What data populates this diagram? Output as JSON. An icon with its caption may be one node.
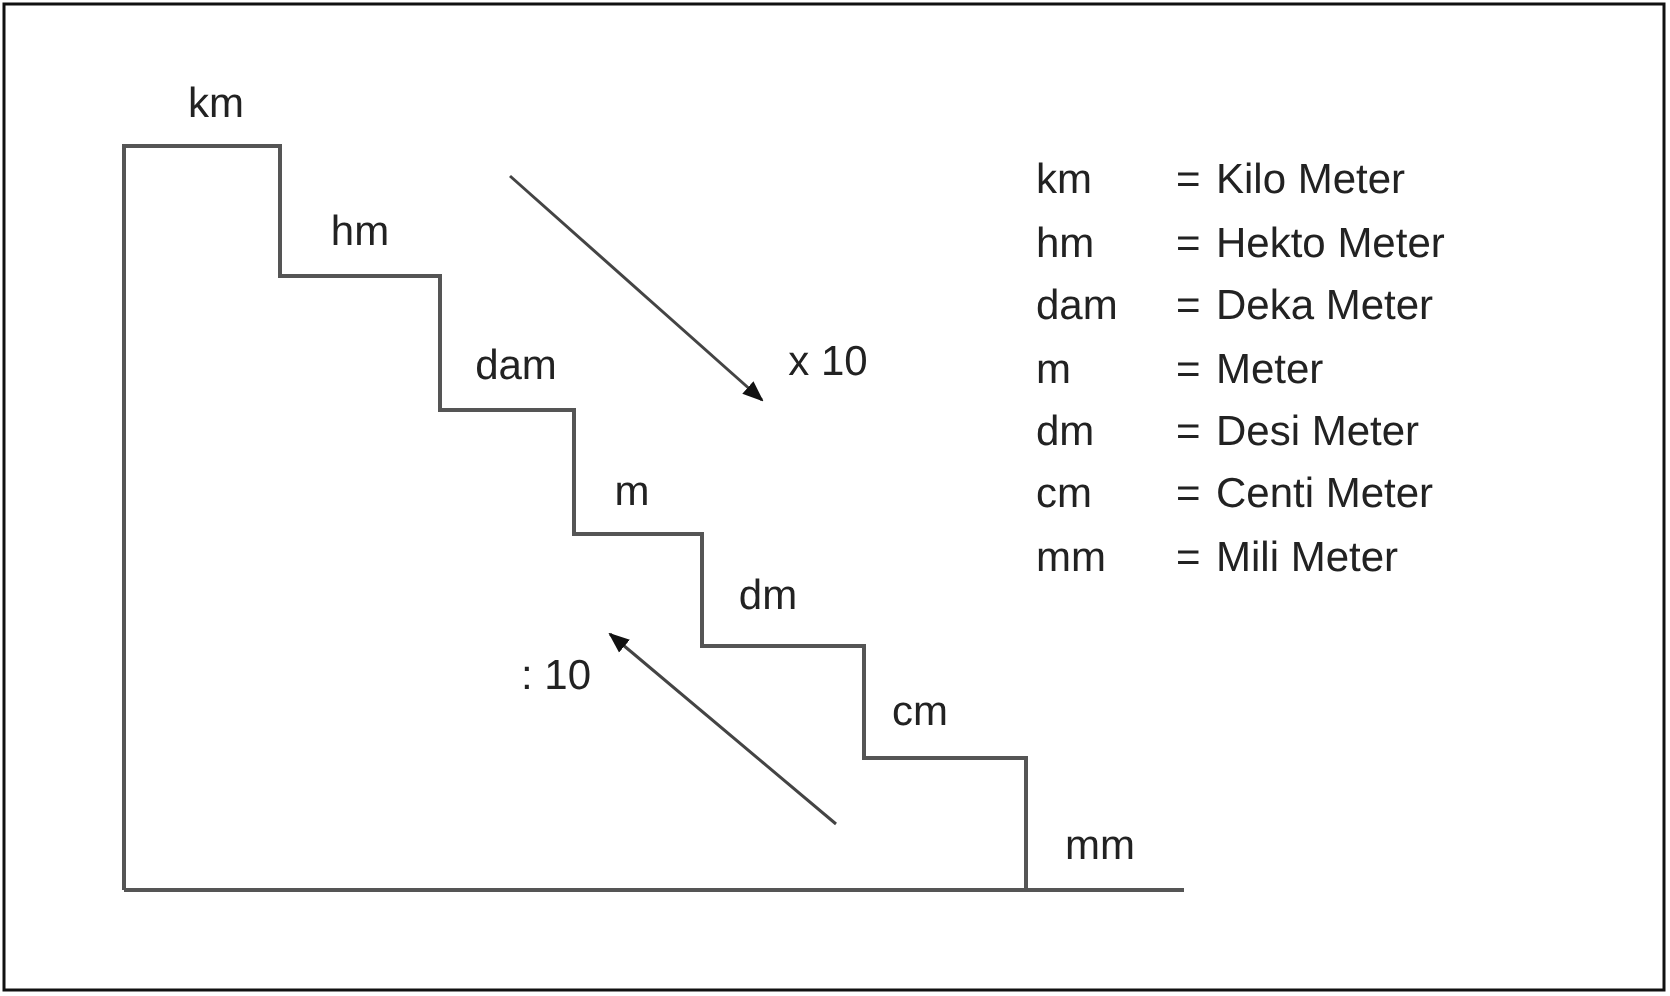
{
  "diagram": {
    "labels": [
      "km",
      "hm",
      "dam",
      "m",
      "dm",
      "cm",
      "mm",
      "x 10",
      ": 10",
      "km",
      "=",
      "Kilo Meter",
      "hm",
      "=",
      "Hekto Meter",
      "dam",
      "=",
      "Deka Meter",
      "m",
      "=",
      "Meter",
      "dm",
      "=",
      "Desi Meter",
      "cm",
      "=",
      "Centi Meter",
      "mm",
      "=",
      "Mili Meter"
    ]
  }
}
